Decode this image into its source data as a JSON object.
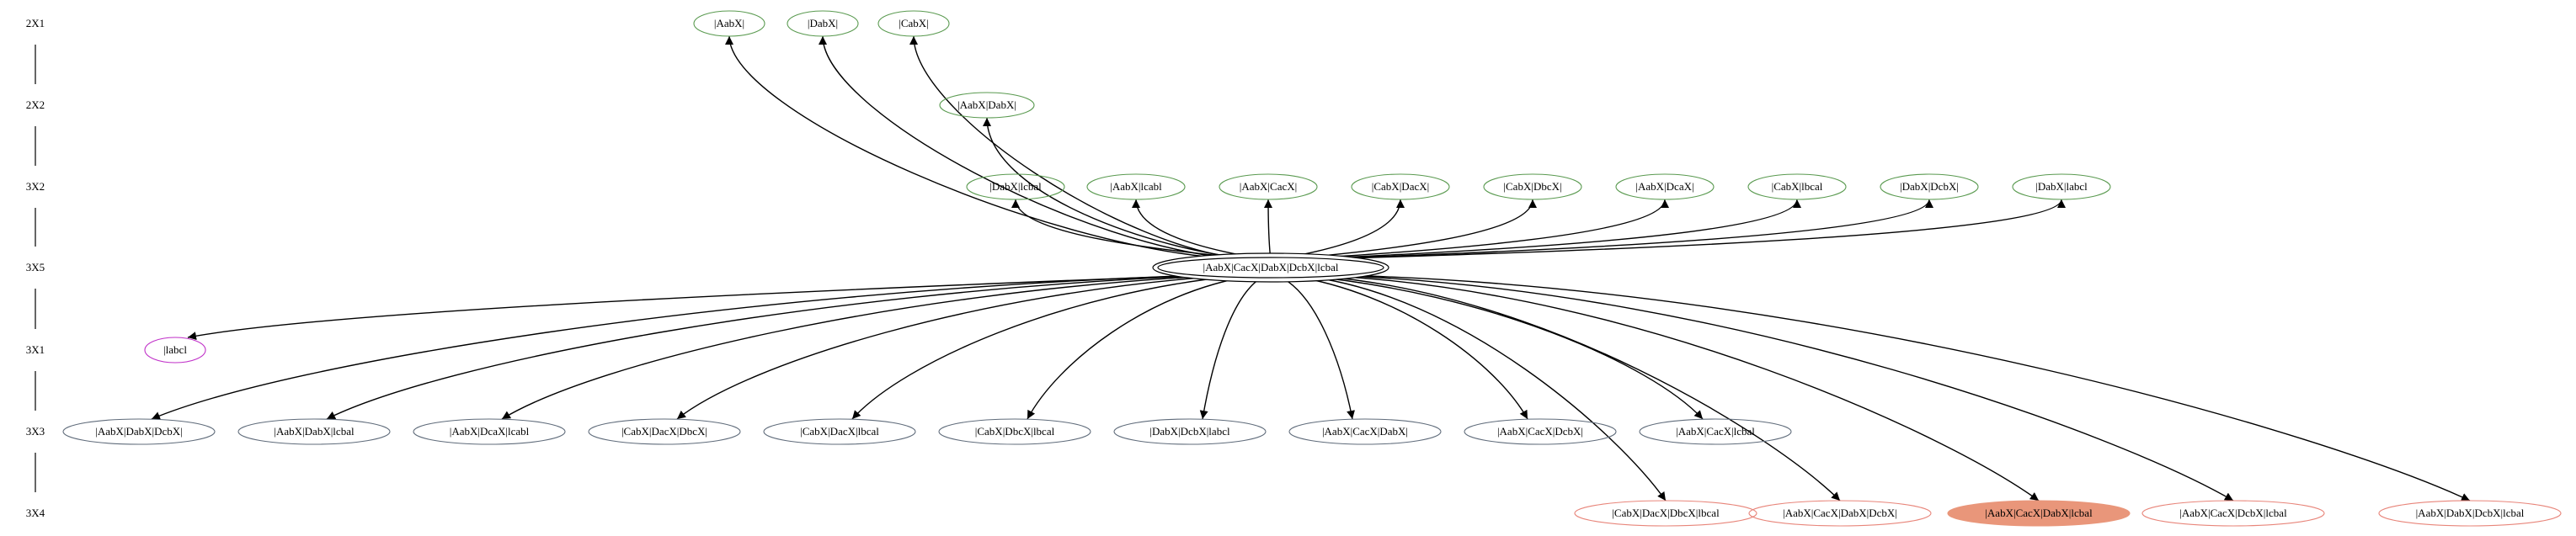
{
  "styles": {
    "green": "#5a9a50",
    "gray": "#5f6b7a",
    "magenta": "#c030c8",
    "salmon": "#e8857a",
    "salmon_fill": "#e9967a",
    "edge": "#000000"
  },
  "ranks": [
    {
      "id": "r0",
      "label": "2X1"
    },
    {
      "id": "r1",
      "label": "2X2"
    },
    {
      "id": "r2",
      "label": "3X2"
    },
    {
      "id": "r3",
      "label": "3X5"
    },
    {
      "id": "r4",
      "label": "3X1"
    },
    {
      "id": "r5",
      "label": "3X3"
    },
    {
      "id": "r6",
      "label": "3X4"
    }
  ],
  "center": {
    "id": "c",
    "label": "|AabX|CacX|DabX|DcbX|lcbal",
    "rank": 3
  },
  "nodes": [
    {
      "id": "a1",
      "label": "|AabX|",
      "rank": 0,
      "style": "green",
      "dir": "out"
    },
    {
      "id": "a2",
      "label": "|DabX|",
      "rank": 0,
      "style": "green",
      "dir": "out"
    },
    {
      "id": "a3",
      "label": "|CabX|",
      "rank": 0,
      "style": "green",
      "dir": "out"
    },
    {
      "id": "b1",
      "label": "|AabX|DabX|",
      "rank": 1,
      "style": "green",
      "dir": "out"
    },
    {
      "id": "g1",
      "label": "|DabX|lcbal",
      "rank": 2,
      "style": "green",
      "dir": "out"
    },
    {
      "id": "g2",
      "label": "|AabX|lcabl",
      "rank": 2,
      "style": "green",
      "dir": "out"
    },
    {
      "id": "g3",
      "label": "|AabX|CacX|",
      "rank": 2,
      "style": "green",
      "dir": "out"
    },
    {
      "id": "g4",
      "label": "|CabX|DacX|",
      "rank": 2,
      "style": "green",
      "dir": "out"
    },
    {
      "id": "g5",
      "label": "|CabX|DbcX|",
      "rank": 2,
      "style": "green",
      "dir": "out"
    },
    {
      "id": "g6",
      "label": "|AabX|DcaX|",
      "rank": 2,
      "style": "green",
      "dir": "out"
    },
    {
      "id": "g7",
      "label": "|CabX|lbcal",
      "rank": 2,
      "style": "green",
      "dir": "out"
    },
    {
      "id": "g8",
      "label": "|DabX|DcbX|",
      "rank": 2,
      "style": "green",
      "dir": "out"
    },
    {
      "id": "g9",
      "label": "|DabX|labcl",
      "rank": 2,
      "style": "green",
      "dir": "out"
    },
    {
      "id": "m1",
      "label": "|labcl",
      "rank": 4,
      "style": "magenta",
      "dir": "in"
    },
    {
      "id": "s1",
      "label": "|AabX|DabX|DcbX|",
      "rank": 5,
      "style": "gray",
      "dir": "in"
    },
    {
      "id": "s2",
      "label": "|AabX|DabX|lcbal",
      "rank": 5,
      "style": "gray",
      "dir": "in"
    },
    {
      "id": "s3",
      "label": "|AabX|DcaX|lcabl",
      "rank": 5,
      "style": "gray",
      "dir": "in"
    },
    {
      "id": "s4",
      "label": "|CabX|DacX|DbcX|",
      "rank": 5,
      "style": "gray",
      "dir": "in"
    },
    {
      "id": "s5",
      "label": "|CabX|DacX|lbcal",
      "rank": 5,
      "style": "gray",
      "dir": "in"
    },
    {
      "id": "s6",
      "label": "|CabX|DbcX|lbcal",
      "rank": 5,
      "style": "gray",
      "dir": "in"
    },
    {
      "id": "s7",
      "label": "|DabX|DcbX|labcl",
      "rank": 5,
      "style": "gray",
      "dir": "in"
    },
    {
      "id": "s8",
      "label": "|AabX|CacX|DabX|",
      "rank": 5,
      "style": "gray",
      "dir": "in"
    },
    {
      "id": "s9",
      "label": "|AabX|CacX|DcbX|",
      "rank": 5,
      "style": "gray",
      "dir": "in"
    },
    {
      "id": "s10",
      "label": "|AabX|CacX|lcbal",
      "rank": 5,
      "style": "gray",
      "dir": "in"
    },
    {
      "id": "o1",
      "label": "|CabX|DacX|DbcX|lbcal",
      "rank": 6,
      "style": "salmon",
      "dir": "in"
    },
    {
      "id": "o2",
      "label": "|AabX|CacX|DabX|DcbX|",
      "rank": 6,
      "style": "salmon",
      "dir": "in"
    },
    {
      "id": "o3",
      "label": "|AabX|CacX|DabX|lcbal",
      "rank": 6,
      "style": "salmon_filled",
      "dir": "in"
    },
    {
      "id": "o4",
      "label": "|AabX|CacX|DcbX|lcbal",
      "rank": 6,
      "style": "salmon",
      "dir": "in"
    },
    {
      "id": "o5",
      "label": "|AabX|DabX|DcbX|lcbal",
      "rank": 6,
      "style": "salmon",
      "dir": "in"
    }
  ]
}
